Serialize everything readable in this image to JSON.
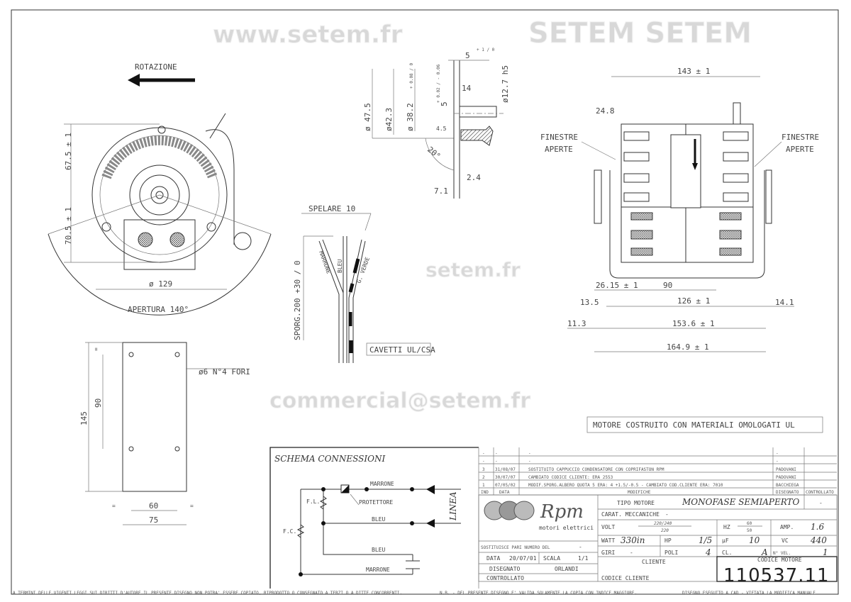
{
  "drawing": {
    "front_view": {
      "rotation_label": "ROTAZIONE",
      "dim_height_top": "67.5 ± 1",
      "dim_height_bottom": "70.5 ± 1",
      "dim_diameter": "ø 129",
      "aperture_label": "APERTURA 140°"
    },
    "shaft_detail": {
      "d_47_5": "ø 47.5",
      "d_42_3": "ø42.3",
      "d_38_2": "ø 38.2",
      "d_38_2_tol": "+ 0.08 / 0",
      "d_5": "5",
      "d_5_tol": "+ 0.02 / - 0.06",
      "d_5_top": "5",
      "d_5_top_tol": "+ 1 / 0",
      "d_14": "14",
      "d_12_7": "ø12.7 h5",
      "d_4_5": "4.5",
      "angle_20": "20°",
      "d_2_4": "2.4",
      "d_7_1": "7.1"
    },
    "cables": {
      "strip_label": "SPELARE 10",
      "wire_brown": "MARRONE",
      "wire_blue": "BLEU",
      "wire_green": "G. VERDE",
      "length": "SPORG.200 +30 / 0",
      "cable_note": "CAVETTI UL/CSA"
    },
    "side_view": {
      "dim_143": "143 ± 1",
      "dim_24_8": "24.8",
      "windows_left": [
        "FINESTRE",
        "APERTE"
      ],
      "windows_right": [
        "FINESTRE",
        "APERTE"
      ],
      "dim_26_15": "26.15 ± 1",
      "dim_90": "90",
      "dim_13_5": "13.5",
      "dim_126": "126 ± 1",
      "dim_14_1": "14.1",
      "dim_11_3": "11.3",
      "dim_153_6": "153.6 ± 1",
      "dim_164_9": "164.9 ± 1",
      "ul_note": "MOTORE COSTRUITO CON MATERIALI OMOLOGATI UL"
    },
    "bracket_view": {
      "holes": "ø6 N°4 FORI",
      "dim_145": "145",
      "dim_90": "90",
      "dim_60": "60",
      "dim_75": "75",
      "equal_mark": "="
    },
    "schema": {
      "title": "SCHEMA CONNESSIONI",
      "marrone_top": "MARRONE",
      "protettore": "PROTETTORE",
      "fl": "F.L.",
      "fc": "F.C.",
      "bleu_mid": "BLEU",
      "linea": "LINEA",
      "bleu_low": "BLEU",
      "marrone_low": "MARRONE"
    }
  },
  "revisions": {
    "rows": [
      {
        "ind": "-",
        "data": "-",
        "modifica": "-",
        "disegnato": "-"
      },
      {
        "ind": "-",
        "data": "-",
        "modifica": "-",
        "disegnato": "-"
      },
      {
        "ind": "3",
        "data": "31/08/07",
        "modifica": "SOSTITUITO CAPPUCCIO CONDENSATORE CON COPRIFASTON RPM",
        "disegnato": "PADOVANI"
      },
      {
        "ind": "2",
        "data": "30/07/07",
        "modifica": "CAMBIATO CODICE CLIENTE: ERA 2553",
        "disegnato": "PADOVANI"
      },
      {
        "ind": "1",
        "data": "07/05/02",
        "modifica": "MODIF.SPORG.ALBERO QUOTA 5 ERA: 4 +1.5/-0.5 - CAMBIATO COD.CLIENTE ERA: 7010",
        "disegnato": "BACCHIEGA"
      }
    ],
    "headers": {
      "ind": "IND",
      "data": "DATA",
      "modifiche": "MODIFICHE",
      "disegnato": "DISEGNATO",
      "controllato": "CONTROLLATO"
    }
  },
  "title_block": {
    "logo_text": "Rpm",
    "logo_sub": "motori elettrici",
    "tipo_motore_label": "TIPO MOTORE",
    "tipo_motore": "MONOFASE SEMIAPERTO",
    "tipo_dash": "-",
    "carat_label": "CARAT. MECCANICHE",
    "carat_value": "-",
    "volt_label": "VOLT",
    "volt_top": "220/240",
    "volt_bottom": "220",
    "hz_label": "HZ",
    "hz_top": "60",
    "hz_bottom": "50",
    "amp_label": "AMP.",
    "amp": "1.6",
    "watt_label": "WATT",
    "watt": "330in",
    "hp_label": "HP",
    "hp": "1/5",
    "uf_label": "µF",
    "uf": "10",
    "vc_label": "VC",
    "vc": "440",
    "giri_label": "GIRI",
    "giri": "-",
    "poli_label": "POLI",
    "poli": "4",
    "cl_label": "CL.",
    "cl": "A",
    "nvel_label": "N° VEL.",
    "nvel": "1",
    "sostituisce_label": "SOSTITUISCE PARI NUMERO DEL",
    "sostituisce": "-",
    "data_label": "DATA",
    "data": "20/07/01",
    "scala_label": "SCALA",
    "scala": "1/1",
    "disegnato_label": "DISEGNATO",
    "disegnato": "ORLANDI",
    "controllato_label": "CONTROLLATO",
    "cliente_label": "CLIENTE",
    "codice_cliente_label": "CODICE CLIENTE",
    "codice_motore_label": "CODICE MOTORE",
    "codice_motore": "110537.11"
  },
  "footer": {
    "left": "A TERMINI DELLE VIGENTI LEGGI SUI DIRITTI D'AUTORE IL PRESENTE DISEGNO NON POTRA' ESSERE COPIATO, RIPRODOTTO O CONSEGNATO A TERZI O A DITTE CONCORRENTI.",
    "middle": "N.B. - DEL PRESENTE DISEGNO E' VALIDA SOLAMENTE LA COPIA CON INDICE MAGGIORE.",
    "right": "DISEGNO ESEGUITO A CAD - VIETATA LA MODIFICA MANUALE"
  },
  "watermark": {
    "line1": "www.setem.fr",
    "line2": "SETEM SETEM",
    "line3": "commercial@setem.fr",
    "line4": "setem.fr"
  }
}
